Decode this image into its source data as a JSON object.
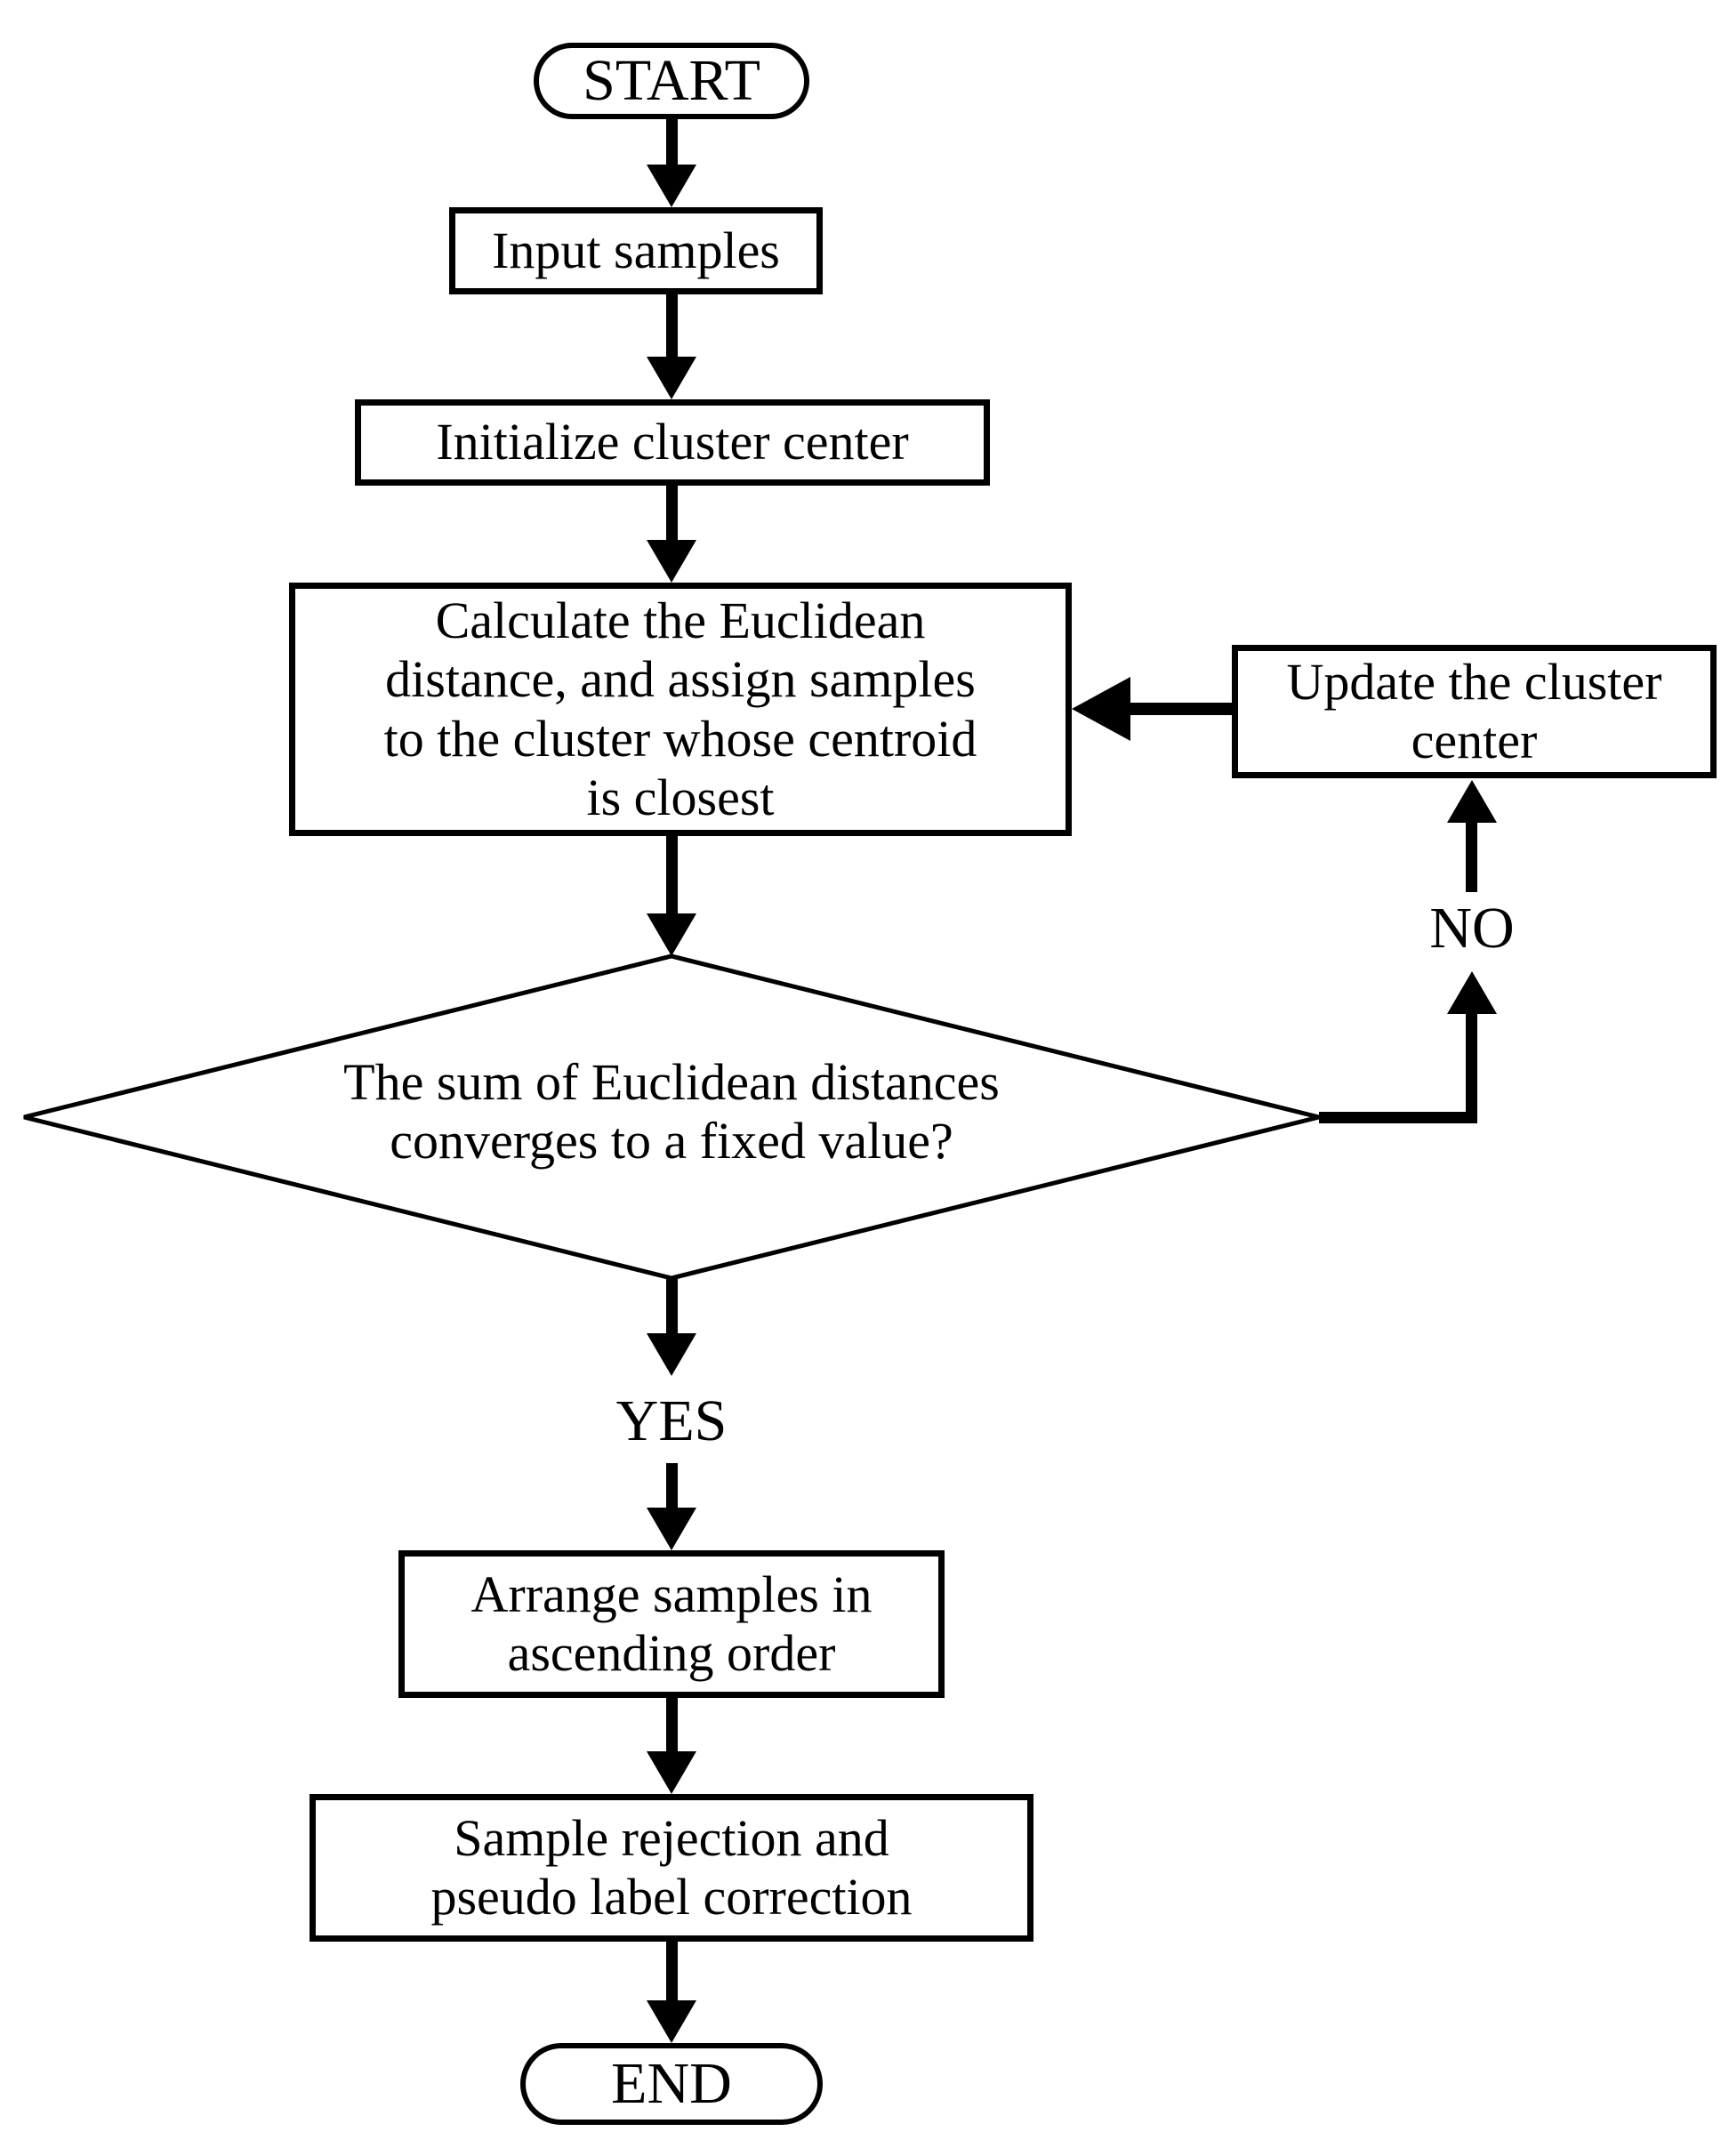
{
  "flowchart": {
    "nodes": {
      "start": {
        "type": "terminal",
        "label": "START"
      },
      "input": {
        "type": "process",
        "label": "Input samples"
      },
      "init": {
        "type": "process",
        "label": "Initialize cluster center"
      },
      "calc": {
        "type": "process",
        "label": "Calculate the Euclidean\ndistance, and assign samples\nto the cluster whose centroid\nis closest"
      },
      "decision": {
        "type": "decision",
        "label": "The sum of Euclidean distances\nconverges to a fixed value?"
      },
      "update": {
        "type": "process",
        "label": "Update the cluster\ncenter"
      },
      "arrange": {
        "type": "process",
        "label": "Arrange samples in\nascending order"
      },
      "reject": {
        "type": "process",
        "label": "Sample rejection and\npseudo label correction"
      },
      "end": {
        "type": "terminal",
        "label": "END"
      }
    },
    "edge_labels": {
      "yes": "YES",
      "no": "NO"
    },
    "edges": [
      {
        "from": "start",
        "to": "input"
      },
      {
        "from": "input",
        "to": "init"
      },
      {
        "from": "init",
        "to": "calc"
      },
      {
        "from": "calc",
        "to": "decision"
      },
      {
        "from": "decision",
        "to": "arrange",
        "label": "YES"
      },
      {
        "from": "decision",
        "to": "update",
        "label": "NO"
      },
      {
        "from": "update",
        "to": "calc"
      },
      {
        "from": "arrange",
        "to": "reject"
      },
      {
        "from": "reject",
        "to": "end"
      }
    ],
    "colors": {
      "stroke": "#000000",
      "fill": "#ffffff"
    }
  }
}
